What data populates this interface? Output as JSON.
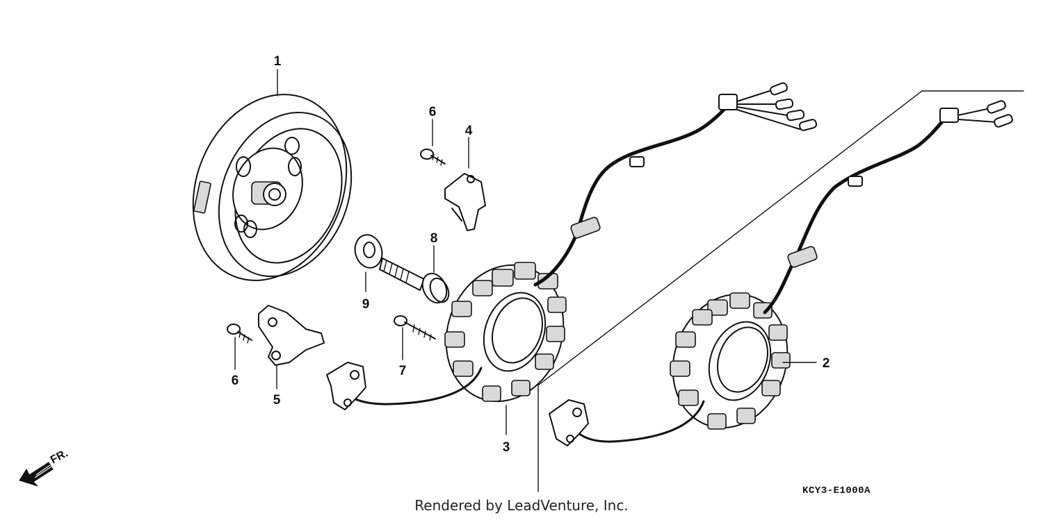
{
  "callouts": {
    "c1": "1",
    "c2": "2",
    "c3": "3",
    "c4": "4",
    "c5": "5",
    "c6a": "6",
    "c6b": "6",
    "c7": "7",
    "c8": "8",
    "c9": "9"
  },
  "diagram_code": "KCY3-E1000A",
  "direction_label": "FR.",
  "credit": "Rendered by LeadVenture, Inc.",
  "icons": [
    "front-direction-arrow-icon"
  ]
}
